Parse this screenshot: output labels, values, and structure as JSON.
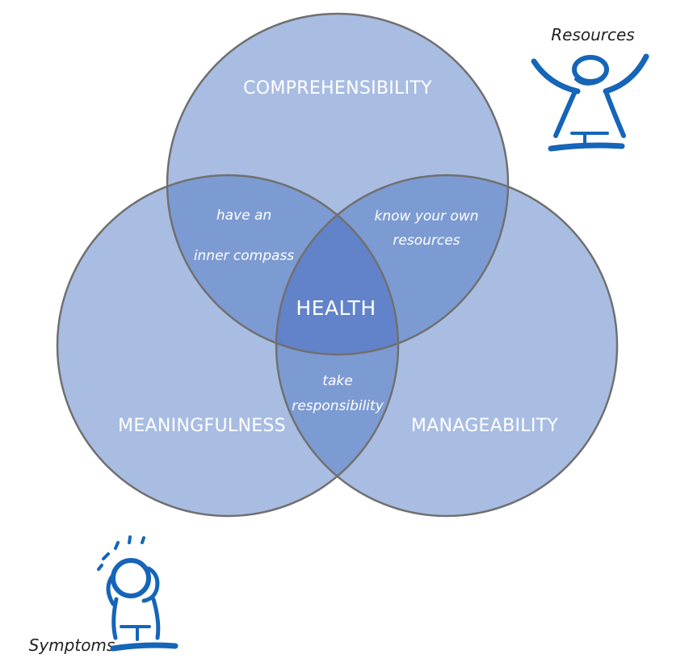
{
  "circles": {
    "top": "COMPREHENSIBILITY",
    "left": "MEANINGFULNESS",
    "right": "MANAGEABILITY"
  },
  "overlaps": {
    "top_left_1": "have an",
    "top_left_2": "inner compass",
    "top_right_1": "know your own",
    "top_right_2": "resources",
    "bottom_1": "take",
    "bottom_2": "responsibility"
  },
  "center": "HEALTH",
  "figures": {
    "resources": "Resources",
    "symptoms": "Symptoms"
  },
  "colors": {
    "circle_fill": "#a9bde3",
    "pair_overlap": "#7d9bd3",
    "center_overlap": "#6283c9",
    "outline": "#707070",
    "figure_blue": "#1565b8"
  }
}
